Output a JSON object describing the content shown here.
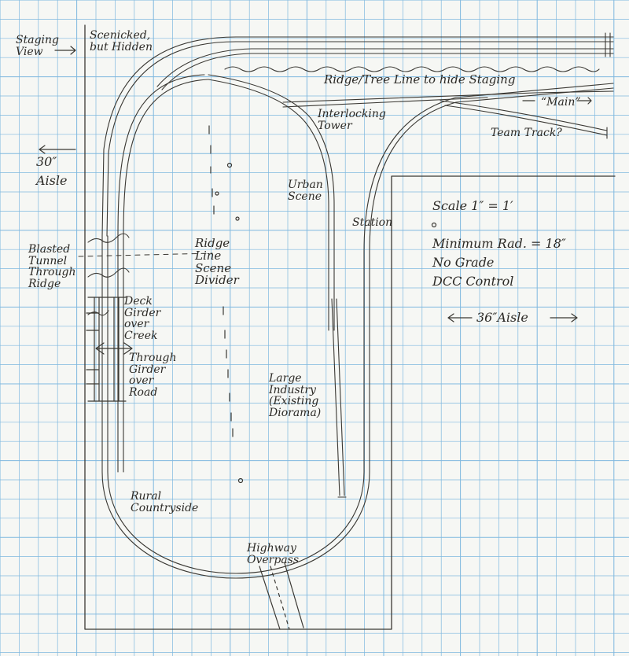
{
  "colors": {
    "paper": "#f6f7f4",
    "grid": "#7fb8df",
    "pencil": "#3a3833",
    "ink": "#2c2a26"
  },
  "labels": {
    "staging_view": "Staging View",
    "scenicked": "Scenicked, but Hidden",
    "ridge_tree": "Ridge/Tree Line to hide Staging",
    "main": "“Main”",
    "interlocking": "Interlocking Tower",
    "team_track": "Team Track?",
    "aisle_30_value": "30″",
    "aisle_30_word": "Aisle",
    "urban_scene": "Urban Scene",
    "station": "Station",
    "scale": "Scale 1″ = 1′",
    "min_rad": "Minimum Rad. = 18″",
    "no_grade": "No Grade",
    "dcc": "DCC Control",
    "aisle_36": "36″Aisle",
    "blasted_tunnel": "Blasted Tunnel Through Ridge",
    "ridge_line": "Ridge Line Scene Divider",
    "deck_girder": "Deck Girder over Creek",
    "through_girder": "Through Girder over Road",
    "large_industry": "Large Industry (Existing Diorama)",
    "rural": "Rural Countryside",
    "highway": "Highway Overpass"
  }
}
